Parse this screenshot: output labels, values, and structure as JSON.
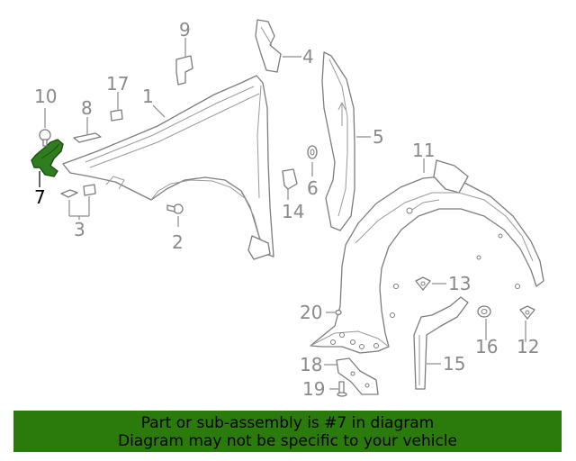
{
  "diagram": {
    "callouts": [
      "1",
      "2",
      "3",
      "4",
      "5",
      "6",
      "7",
      "8",
      "9",
      "10",
      "11",
      "12",
      "13",
      "14",
      "15",
      "16",
      "17",
      "18",
      "19",
      "20"
    ],
    "highlighted_part": "7"
  },
  "banner": {
    "line1": "Part or sub-assembly is #7 in diagram",
    "line2": "Diagram may not be specific to your vehicle"
  },
  "colors": {
    "banner_background": "#2a7a0c",
    "highlight_part": "#2f7d1f",
    "line_art": "#7d7d7d"
  }
}
